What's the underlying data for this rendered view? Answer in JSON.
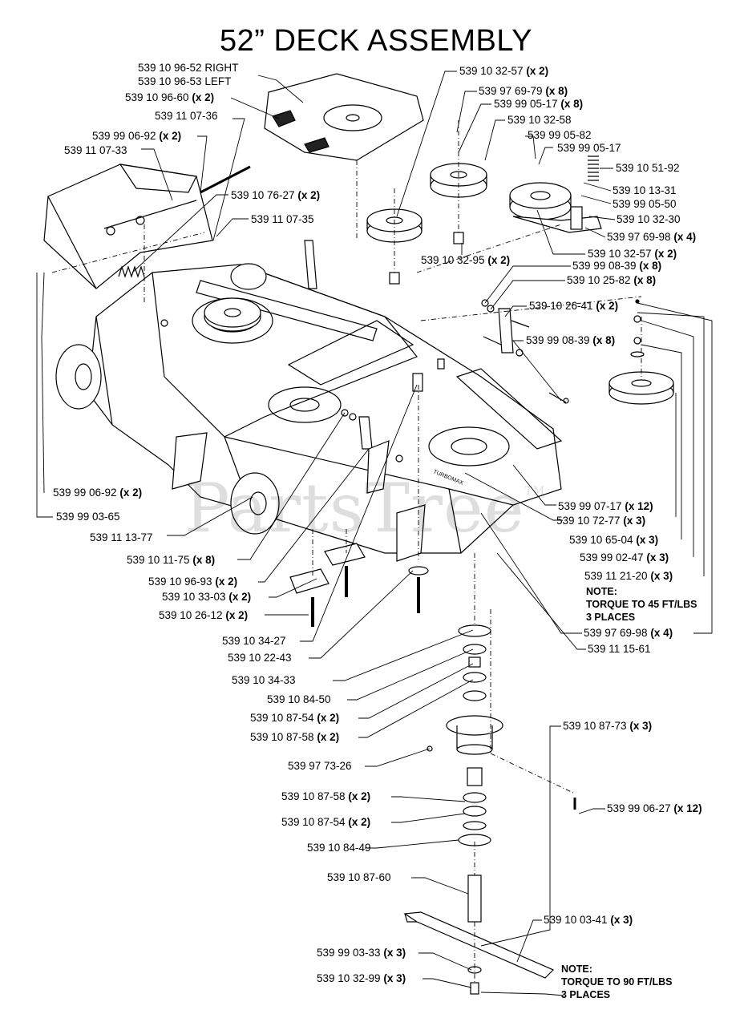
{
  "title": "52” DECK ASSEMBLY",
  "watermark": "PartsTree",
  "watermark_tm": "TM",
  "deck_decal": "TURBOMAX",
  "labels": [
    {
      "id": "l1",
      "part": "539 10 96-52 RIGHT",
      "qty": ""
    },
    {
      "id": "l2",
      "part": "539 10 96-53 LEFT",
      "qty": ""
    },
    {
      "id": "l3",
      "part": "539 10 96-60",
      "qty": "(x 2)"
    },
    {
      "id": "l4",
      "part": "539 11 07-36",
      "qty": ""
    },
    {
      "id": "l5",
      "part": "539 99 06-92",
      "qty": "(x 2)"
    },
    {
      "id": "l6",
      "part": "539 11 07-33",
      "qty": ""
    },
    {
      "id": "l7",
      "part": "539 10 76-27",
      "qty": "(x 2)"
    },
    {
      "id": "l8",
      "part": "539 11 07-35",
      "qty": ""
    },
    {
      "id": "l9",
      "part": "539 10 32-57",
      "qty": "(x 2)"
    },
    {
      "id": "l10",
      "part": "539 97 69-79",
      "qty": "(x 8)"
    },
    {
      "id": "l11",
      "part": "539 99 05-17",
      "qty": "(x 8)"
    },
    {
      "id": "l12",
      "part": "539 10 32-58",
      "qty": ""
    },
    {
      "id": "l13",
      "part": "539 99 05-82",
      "qty": ""
    },
    {
      "id": "l14",
      "part": "539 99 05-17",
      "qty": ""
    },
    {
      "id": "l15",
      "part": "539 10 51-92",
      "qty": ""
    },
    {
      "id": "l16",
      "part": "539 10 13-31",
      "qty": ""
    },
    {
      "id": "l17",
      "part": "539 99 05-50",
      "qty": ""
    },
    {
      "id": "l18",
      "part": "539 10 32-30",
      "qty": ""
    },
    {
      "id": "l19",
      "part": "539 97 69-98",
      "qty": "(x 4)"
    },
    {
      "id": "l20",
      "part": "539 10 32-57",
      "qty": "(x 2)"
    },
    {
      "id": "l21",
      "part": "539 10 32-95",
      "qty": "(x 2)"
    },
    {
      "id": "l22",
      "part": "539 99 08-39",
      "qty": "(x 8)"
    },
    {
      "id": "l23",
      "part": "539 10 25-82",
      "qty": "(x 8)"
    },
    {
      "id": "l24",
      "part": "539 10 26-41",
      "qty": "(x 2)"
    },
    {
      "id": "l25",
      "part": "539 99 08-39",
      "qty": "(x 8)"
    },
    {
      "id": "l26",
      "part": "539 99 06-92",
      "qty": "(x 2)"
    },
    {
      "id": "l27",
      "part": "539 99 03-65",
      "qty": ""
    },
    {
      "id": "l28",
      "part": "539 11 13-77",
      "qty": ""
    },
    {
      "id": "l29",
      "part": "539 10 11-75",
      "qty": "(x 8)"
    },
    {
      "id": "l30",
      "part": "539 10 96-93",
      "qty": "(x 2)"
    },
    {
      "id": "l31",
      "part": "539 10 33-03",
      "qty": "(x 2)"
    },
    {
      "id": "l32",
      "part": "539 10 26-12",
      "qty": "(x 2)"
    },
    {
      "id": "l33",
      "part": "539 99 07-17",
      "qty": "(x 12)"
    },
    {
      "id": "l34",
      "part": "539 10 72-77",
      "qty": "(x 3)"
    },
    {
      "id": "l35",
      "part": "539 10 65-04",
      "qty": "(x 3)"
    },
    {
      "id": "l36",
      "part": "539 99 02-47",
      "qty": "(x 3)"
    },
    {
      "id": "l37",
      "part": "539 11 21-20",
      "qty": "(x 3)"
    },
    {
      "id": "l38",
      "part": "539 97 69-98",
      "qty": "(x 4)"
    },
    {
      "id": "l39",
      "part": "539 11 15-61",
      "qty": ""
    },
    {
      "id": "l40",
      "part": "539 10 34-27",
      "qty": ""
    },
    {
      "id": "l41",
      "part": "539 10 22-43",
      "qty": ""
    },
    {
      "id": "l42",
      "part": "539 10 34-33",
      "qty": ""
    },
    {
      "id": "l43",
      "part": "539 10 84-50",
      "qty": ""
    },
    {
      "id": "l44",
      "part": "539 10 87-54",
      "qty": "(x 2)"
    },
    {
      "id": "l45",
      "part": "539 10 87-58",
      "qty": "(x 2)"
    },
    {
      "id": "l46",
      "part": "539 10 87-73",
      "qty": "(x 3)"
    },
    {
      "id": "l47",
      "part": "539 97 73-26",
      "qty": ""
    },
    {
      "id": "l48",
      "part": "539 10 87-58",
      "qty": "(x 2)"
    },
    {
      "id": "l49",
      "part": "539 10 87-54",
      "qty": "(x 2)"
    },
    {
      "id": "l50",
      "part": "539 99 06-27",
      "qty": "(x 12)"
    },
    {
      "id": "l51",
      "part": "539 10 84-49",
      "qty": ""
    },
    {
      "id": "l52",
      "part": "539 10 87-60",
      "qty": ""
    },
    {
      "id": "l53",
      "part": "539 10 03-41",
      "qty": "(x 3)"
    },
    {
      "id": "l54",
      "part": "539 99 03-33",
      "qty": "(x 3)"
    },
    {
      "id": "l55",
      "part": "539 10 32-99",
      "qty": "(x 3)"
    }
  ],
  "notes": {
    "upper": {
      "head": "NOTE:",
      "line1": "TORQUE TO 45 FT/LBS",
      "line2": "3 PLACES"
    },
    "lower": {
      "head": "NOTE:",
      "line1": "TORQUE TO 90 FT/LBS",
      "line2": "3 PLACES"
    }
  }
}
